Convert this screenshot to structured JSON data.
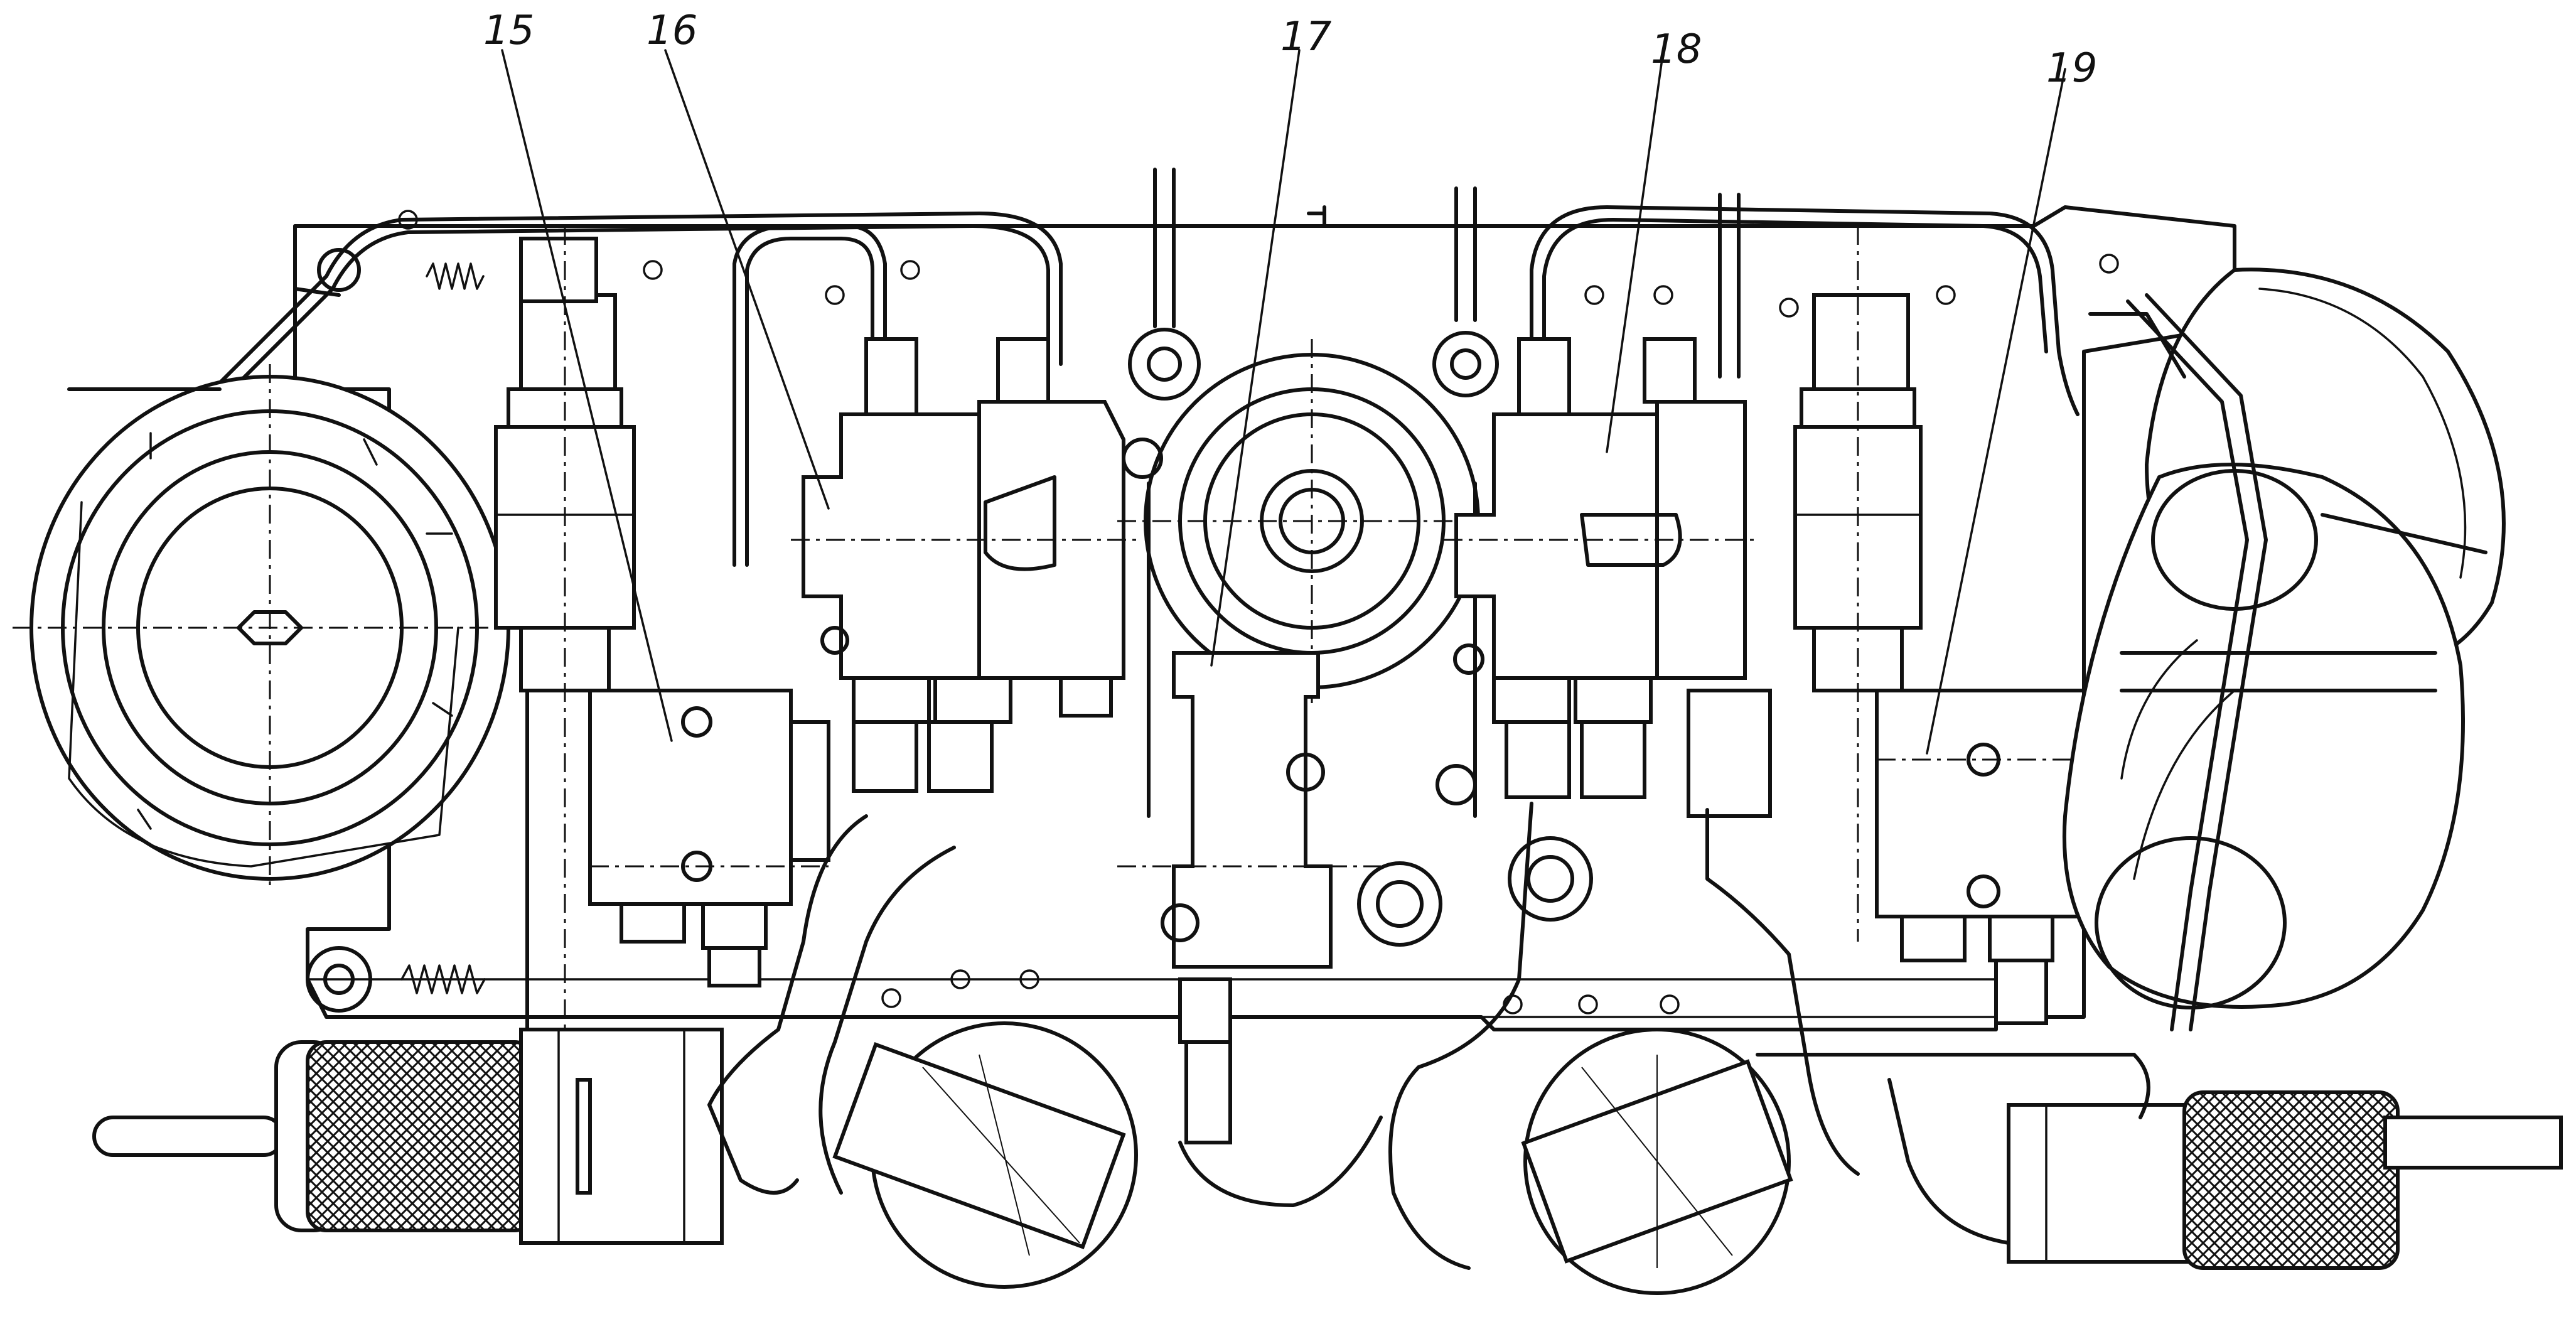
{
  "callouts": [
    {
      "id": "15",
      "label": "15"
    },
    {
      "id": "16",
      "label": "16"
    },
    {
      "id": "17",
      "label": "17"
    },
    {
      "id": "18",
      "label": "18"
    },
    {
      "id": "19",
      "label": "19"
    }
  ],
  "colors": {
    "ink": "#111111",
    "paper": "#ffffff"
  }
}
